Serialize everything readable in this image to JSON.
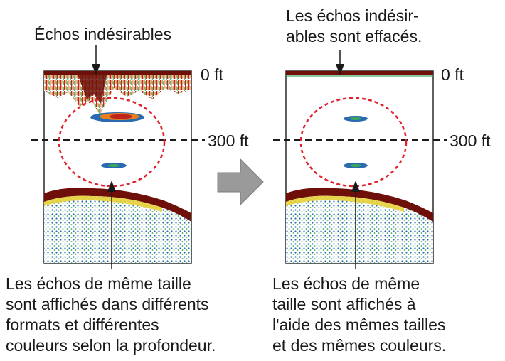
{
  "left_panel": {
    "top_label": "Échos indésirables",
    "bottom_label": [
      "Les échos de même taille",
      "sont affichés dans différents",
      "formats et différentes",
      "couleurs selon la profondeur."
    ]
  },
  "right_panel": {
    "top_label": [
      "Les échos indésir-",
      "ables sont effacés."
    ],
    "bottom_label": [
      "Les échos de même",
      "taille sont affichés à",
      "l'aide des mêmes tailles",
      "et des mêmes couleurs."
    ]
  },
  "depth_marks": {
    "zero": "0 ft",
    "mid": "300 ft"
  },
  "colors": {
    "seabed_dark": "#6e0f0a",
    "echo_red": "#c0261a",
    "echo_orange": "#e8801e",
    "echo_yellow": "#e8d23a",
    "echo_green": "#3aa85a",
    "echo_blue": "#2a6ab0",
    "highlight_circle": "#e0202a",
    "arrow_gray": "#9a9a9a"
  }
}
